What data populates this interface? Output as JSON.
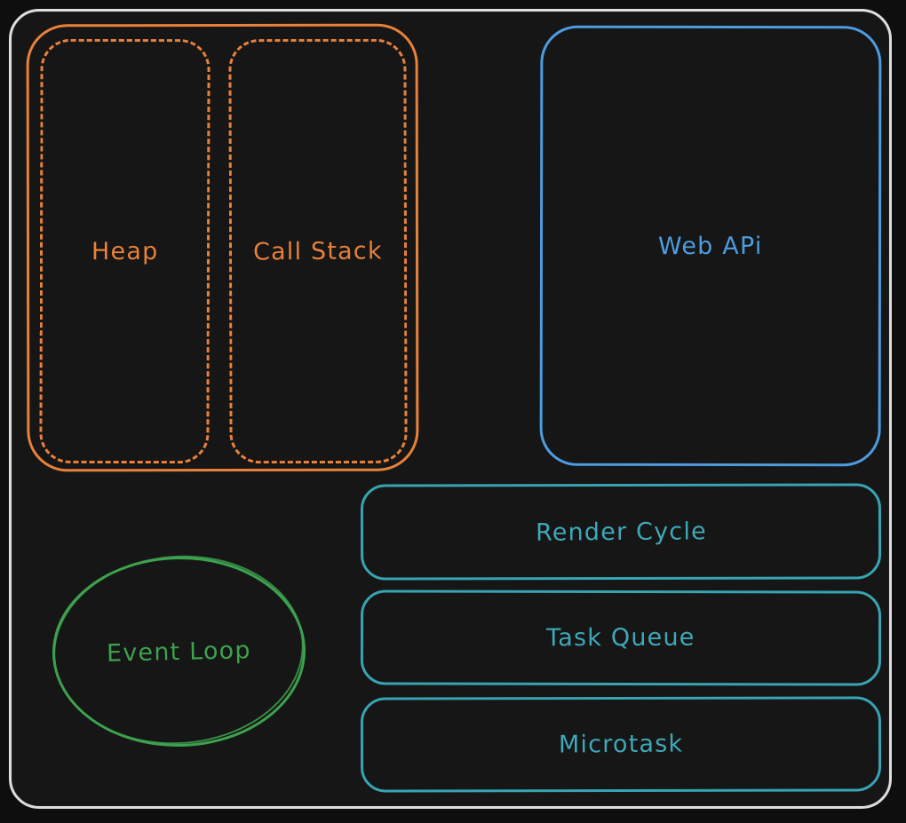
{
  "diagram": {
    "background": "#161616",
    "frame_color": "#dedede",
    "colors": {
      "orange": "#e8813a",
      "blue": "#4d9ce0",
      "teal": "#3fa8b8",
      "green": "#3da14e"
    },
    "nodes": {
      "heap": {
        "label": "Heap",
        "color": "#e8813a",
        "style": "dashed"
      },
      "call_stack": {
        "label": "Call Stack",
        "color": "#e8813a",
        "style": "dashed"
      },
      "web_api": {
        "label": "Web APi",
        "color": "#4d9ce0",
        "style": "solid"
      },
      "render_cycle": {
        "label": "Render Cycle",
        "color": "#3fa8b8",
        "style": "solid"
      },
      "task_queue": {
        "label": "Task Queue",
        "color": "#3fa8b8",
        "style": "solid"
      },
      "microtask": {
        "label": "Microtask",
        "color": "#3fa8b8",
        "style": "solid"
      },
      "event_loop": {
        "label": "Event Loop",
        "color": "#3da14e",
        "style": "ellipse"
      }
    }
  }
}
